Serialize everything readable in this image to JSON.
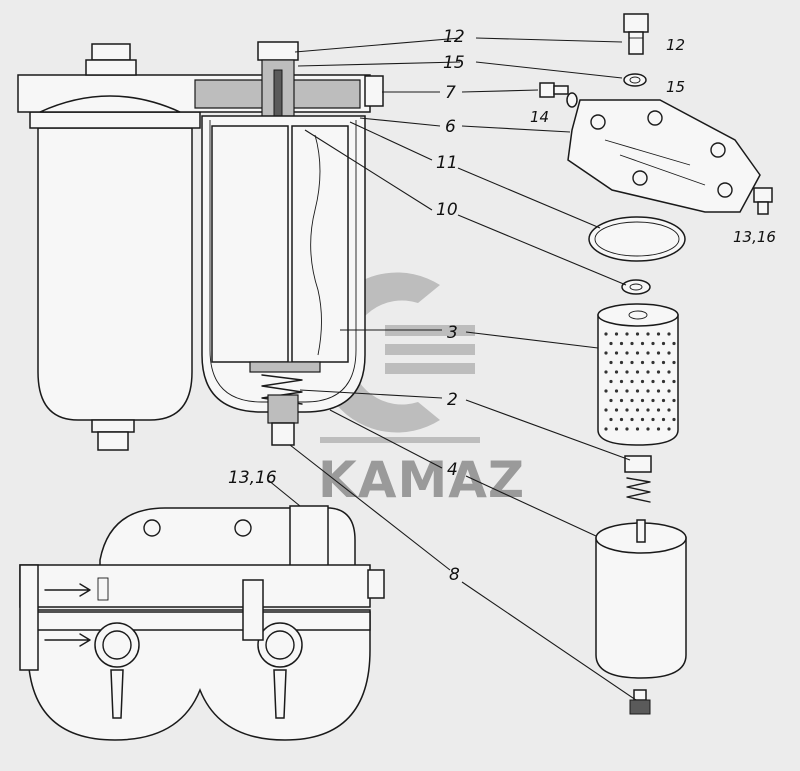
{
  "logo": {
    "brand": "KAMAZ",
    "color": "#9a9a9a"
  },
  "callouts": {
    "c12": "12",
    "c15": "15",
    "c7": "7",
    "c6": "6",
    "c11": "11",
    "c10": "10",
    "c3": "3",
    "c2": "2",
    "c4": "4",
    "c8": "8",
    "c1316": "13,16"
  },
  "part_labels": {
    "p12": "12",
    "p15": "15",
    "p14": "14",
    "p1316": "13,16"
  },
  "colors": {
    "line": "#1a1a1a",
    "background": "#ececec",
    "section": "#bdbdbd"
  }
}
